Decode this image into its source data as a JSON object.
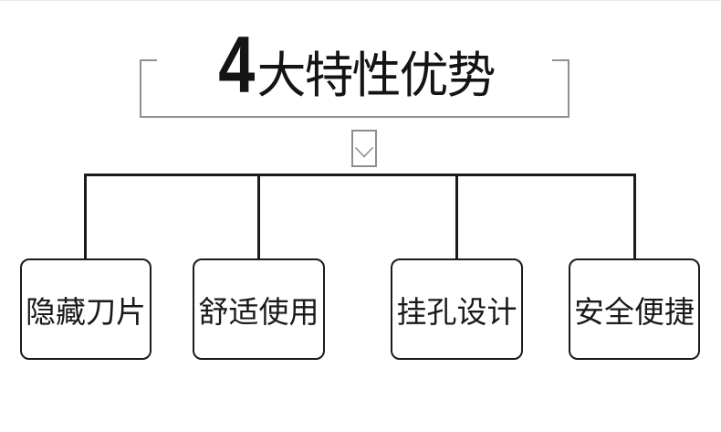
{
  "title": {
    "number": "4",
    "suffix": "大特性优势"
  },
  "connector": {
    "arrow_icon": "chevron-down"
  },
  "features": [
    {
      "label": "隐藏刀片"
    },
    {
      "label": "舒适使用"
    },
    {
      "label": "挂孔设计"
    },
    {
      "label": "安全便捷"
    }
  ],
  "colors": {
    "background": "#ffffff",
    "title_text": "#141414",
    "bracket": "#909090",
    "arrow_box_border": "#8d8d8d",
    "connector_line": "#1b1b1b",
    "feature_border": "#1b1b1b",
    "feature_text": "#1a1a1a"
  }
}
